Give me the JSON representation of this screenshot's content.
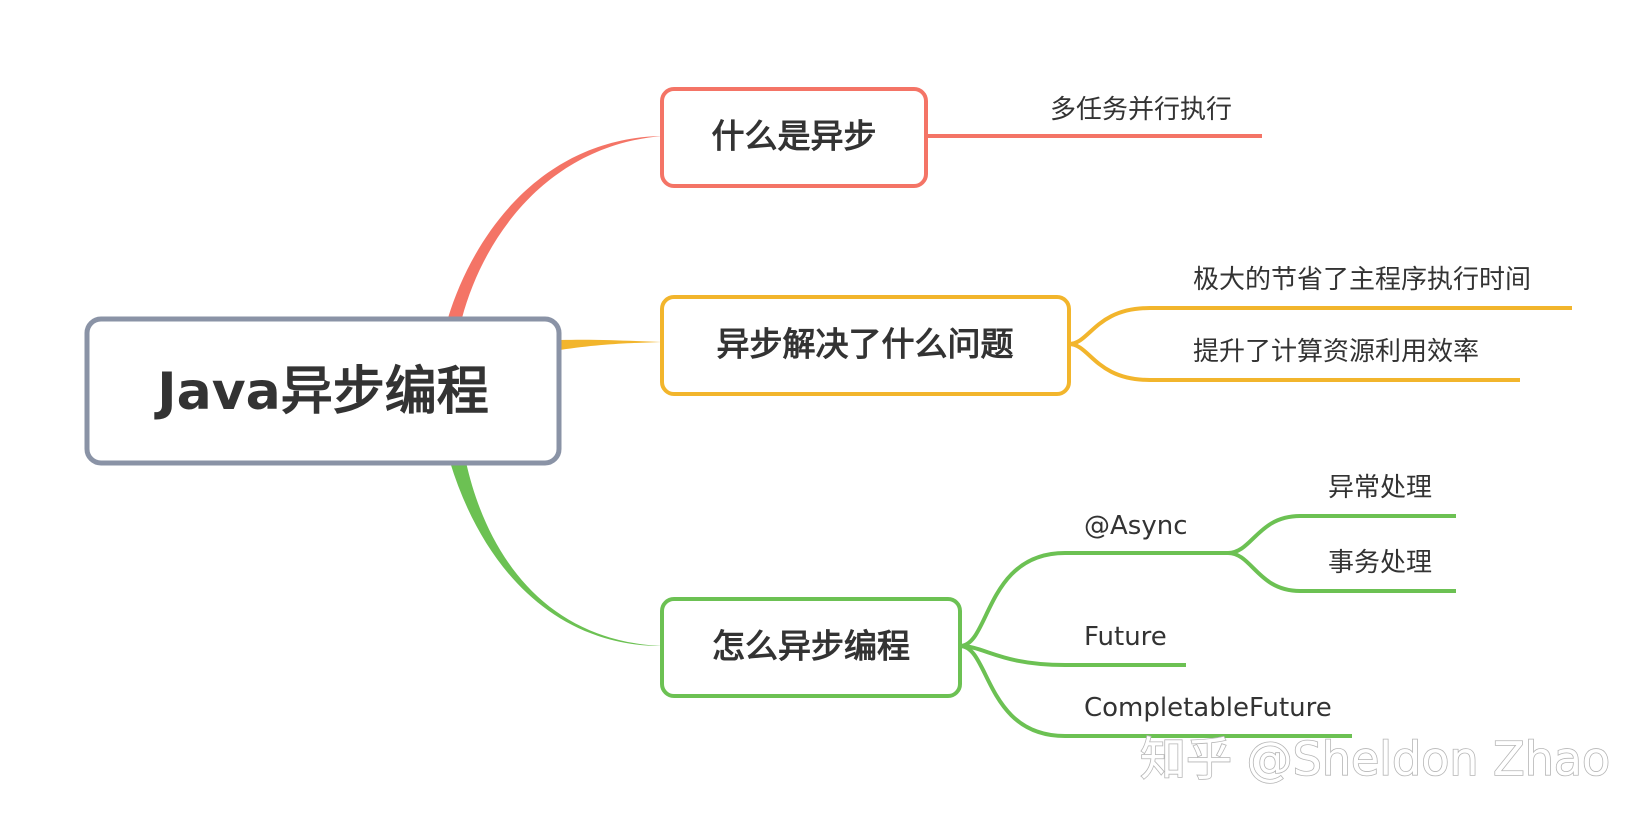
{
  "mindmap": {
    "root": {
      "label": "Java异步编程",
      "color": "#8a93a6"
    },
    "branches": [
      {
        "label": "什么是异步",
        "color": "#f47466",
        "children": [
          {
            "label": "多任务并行执行"
          }
        ]
      },
      {
        "label": "异步解决了什么问题",
        "color": "#f2b52c",
        "children": [
          {
            "label": "极大的节省了主程序执行时间"
          },
          {
            "label": "提升了计算资源利用效率"
          }
        ]
      },
      {
        "label": "怎么异步编程",
        "color": "#6cc153",
        "children": [
          {
            "label": "@Async",
            "children": [
              {
                "label": "异常处理"
              },
              {
                "label": "事务处理"
              }
            ]
          },
          {
            "label": "Future"
          },
          {
            "label": "CompletableFuture"
          }
        ]
      }
    ]
  },
  "watermark": {
    "text": "知乎 @Sheldon Zhao"
  }
}
